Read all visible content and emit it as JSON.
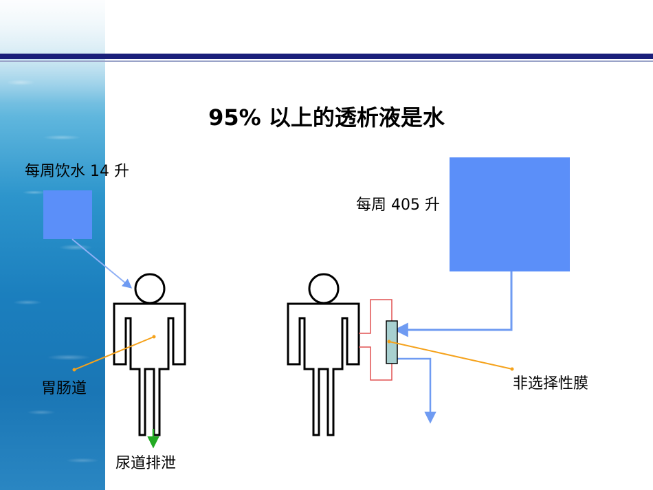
{
  "title": "95% 以上的透析液是水",
  "labels": {
    "weekly_drink": "每周饮水 14 升",
    "weekly_dialysate": "每周 405 升",
    "gi_tract": "胃肠道",
    "urinary": "尿道排泄",
    "membrane": "非选择性膜"
  },
  "colors": {
    "header_bar": "#1a1f7a",
    "water_box": "#5b8ff9",
    "flow_line": "#6f9bf2",
    "pointer_line": "#f5a21b",
    "urine_arrow": "#22aa22",
    "blood_line": "#e05050",
    "membrane": "#a8d0d0"
  }
}
